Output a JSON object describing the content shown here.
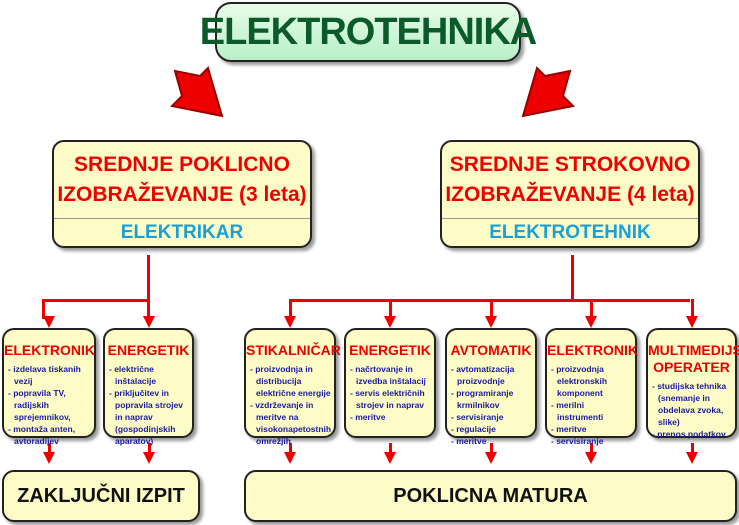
{
  "title": "ELEKTROTEHNIKA",
  "left": {
    "title1": "SREDNJE POKLICNO",
    "title2": "IZOBRAŽEVANJE (3 leta)",
    "profession": "ELEKTRIKAR",
    "programs": [
      {
        "name": "ELEKTRONIK",
        "items": [
          "izdelava tiskanih vezij",
          "popravila TV, radijskih sprejemnikov,",
          "montaža anten, avtoradijev"
        ]
      },
      {
        "name": "ENERGETIK",
        "items": [
          "električne inštalacije",
          "priključitev in popravila strojev in naprav (gospodinjskih aparatov)"
        ]
      }
    ],
    "exam": "ZAKLJUČNI IZPIT"
  },
  "right": {
    "title1": "SREDNJE STROKOVNO",
    "title2": "IZOBRAŽEVANJE (4 leta)",
    "profession": "ELEKTROTEHNIK",
    "programs": [
      {
        "name": "STIKALNIČAR",
        "items": [
          "proizvodnja in distribucija električne energije",
          "vzdrževanje in meritve na visokonapetostnih omrežjih"
        ]
      },
      {
        "name": "ENERGETIK",
        "items": [
          "načrtovanje in izvedba inštalacij",
          "servis električnih strojev in naprav",
          "meritve"
        ]
      },
      {
        "name": "AVTOMATIK",
        "items": [
          "avtomatizacija proizvodnje",
          "programiranje krmilnikov",
          "servisiranje",
          "regulacije",
          "meritve"
        ]
      },
      {
        "name": "ELEKTRONIK",
        "items": [
          "proizvodnja elektronskih komponent",
          "merilni instrumenti",
          "meritve",
          "servisiranje"
        ]
      },
      {
        "name": "MULTIMEDIJSKI OPERATER",
        "items": [
          "studijska tehnika (snemanje in obdelava zvoka, slike)",
          "prenos podatkov"
        ]
      }
    ],
    "exam": "POKLICNA MATURA"
  },
  "colors": {
    "red": "#e00000",
    "blue": "#1a1aa0",
    "cyan": "#1aa0d8",
    "green": "#0a5a2a",
    "box": "#fdfcc6"
  }
}
